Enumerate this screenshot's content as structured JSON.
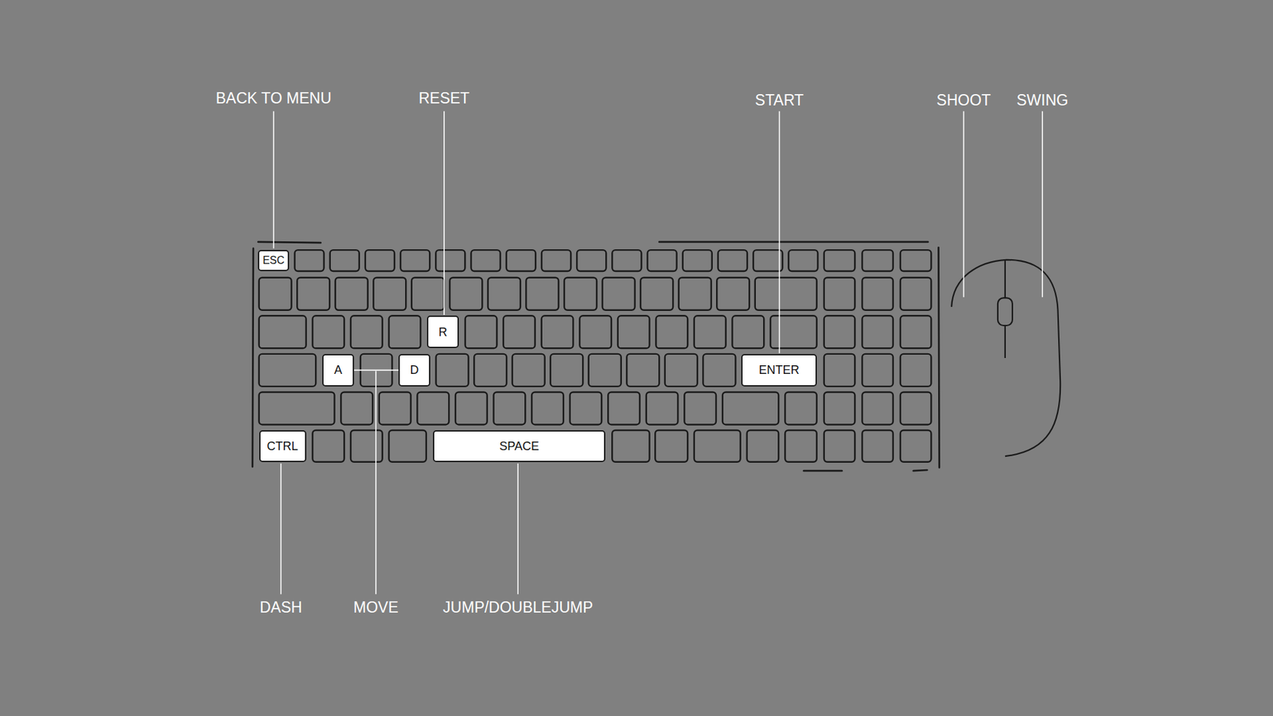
{
  "diagram": {
    "nodes": [
      {
        "text": [
          "ESC"
        ]
      },
      {
        "text": [
          "R"
        ]
      },
      {
        "text": [
          "A"
        ]
      },
      {
        "text": [
          "D"
        ]
      },
      {
        "text": [
          "ENTER"
        ]
      },
      {
        "text": [
          "CTRL"
        ]
      },
      {
        "text": [
          "SPACE"
        ]
      }
    ],
    "edges": [
      {
        "from": 2,
        "to": 3,
        "arrow": "none"
      }
    ],
    "labels": [
      "BACK TO MENU",
      "RESET",
      "START",
      "SHOOT",
      "SWING",
      "DASH",
      "MOVE",
      "JUMP/DOUBLEJUMP"
    ]
  }
}
